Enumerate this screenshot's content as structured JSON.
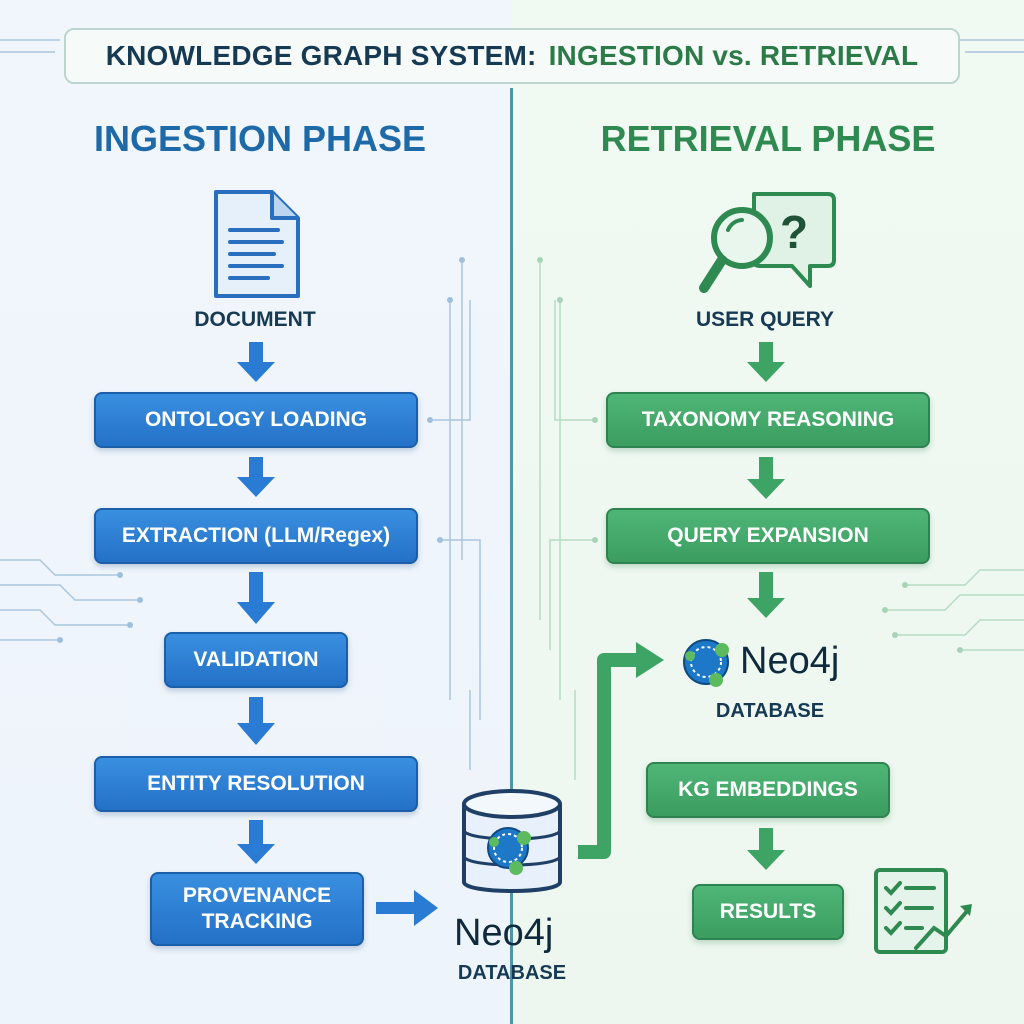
{
  "header": {
    "title_part1": "KNOWLEDGE GRAPH SYSTEM:",
    "title_part2": "INGESTION vs. RETRIEVAL"
  },
  "ingestion": {
    "heading": "INGESTION PHASE",
    "input_label": "DOCUMENT",
    "steps": [
      "ONTOLOGY LOADING",
      "EXTRACTION (LLM/Regex)",
      "VALIDATION",
      "ENTITY RESOLUTION",
      "PROVENANCE TRACKING"
    ],
    "steps_display": {
      "step5_line1": "PROVENANCE",
      "step5_line2": "TRACKING"
    },
    "database": {
      "brand": "Neo4j",
      "label": "DATABASE"
    }
  },
  "retrieval": {
    "heading": "RETRIEVAL PHASE",
    "input_label": "USER QUERY",
    "steps": [
      "TAXONOMY REASONING",
      "QUERY EXPANSION"
    ],
    "database": {
      "brand": "Neo4j",
      "label": "DATABASE"
    },
    "post_steps": [
      "KG EMBEDDINGS",
      "RESULTS"
    ]
  },
  "icons": [
    "document-icon",
    "magnifier-question-icon",
    "database-cylinder-icon",
    "neo4j-logo-icon",
    "checklist-chart-icon"
  ],
  "colors": {
    "ingestion": "#2a7bd4",
    "retrieval": "#3ea466",
    "divider": "#4f97a8",
    "title_text": "#163a54"
  }
}
